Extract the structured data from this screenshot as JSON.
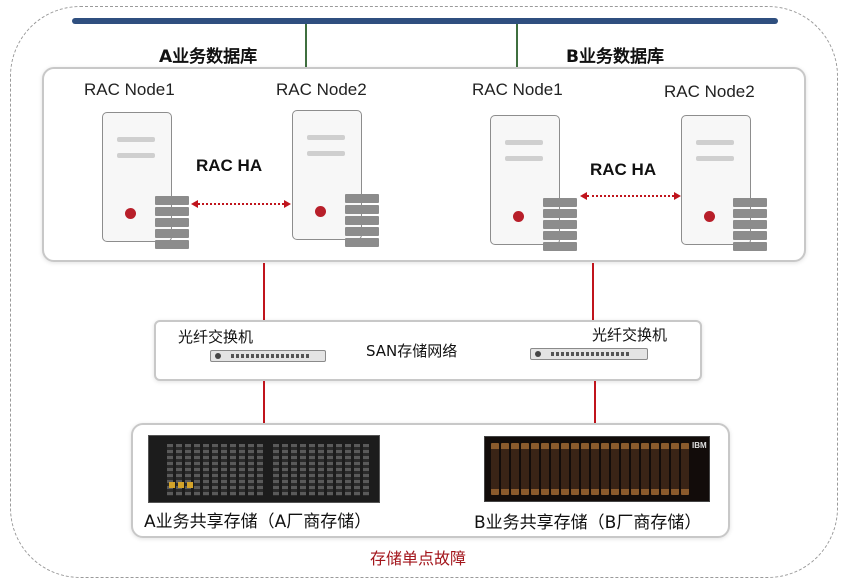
{
  "db_a": {
    "title": "A业务数据库",
    "node1": "RAC Node1",
    "node2": "RAC Node2",
    "ha": "RAC HA"
  },
  "db_b": {
    "title": "B业务数据库",
    "node1": "RAC Node1",
    "node2": "RAC Node2",
    "ha": "RAC HA"
  },
  "san": {
    "label": "SAN存储网络",
    "switch_left": "光纤交换机",
    "switch_right": "光纤交换机"
  },
  "storage": {
    "a_label": "A业务共享存储（A厂商存储）",
    "b_label": "B业务共享存储（B厂商存储）",
    "ibm_mark": "IBM"
  },
  "footer": {
    "fault": "存储单点故障"
  },
  "colors": {
    "bus": "#2f4f7f",
    "link_red": "#c0141c",
    "fault_text": "#a3161c",
    "green_line": "#3f6f3f"
  },
  "icons": [
    "server-icon",
    "disk-stack-icon",
    "fc-switch-icon",
    "storage-array-icon"
  ]
}
